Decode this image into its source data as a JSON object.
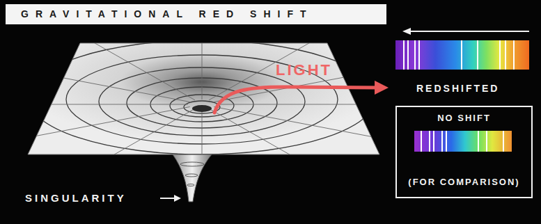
{
  "diagram": {
    "title": "GRAVITATIONAL RED SHIFT",
    "nodes": [
      {
        "text": [
          "NO SHIFT",
          "(FOR COMPARISON)"
        ]
      }
    ],
    "labels": [
      "LIGHT",
      "REDSHIFTED",
      "SINGULARITY"
    ]
  }
}
